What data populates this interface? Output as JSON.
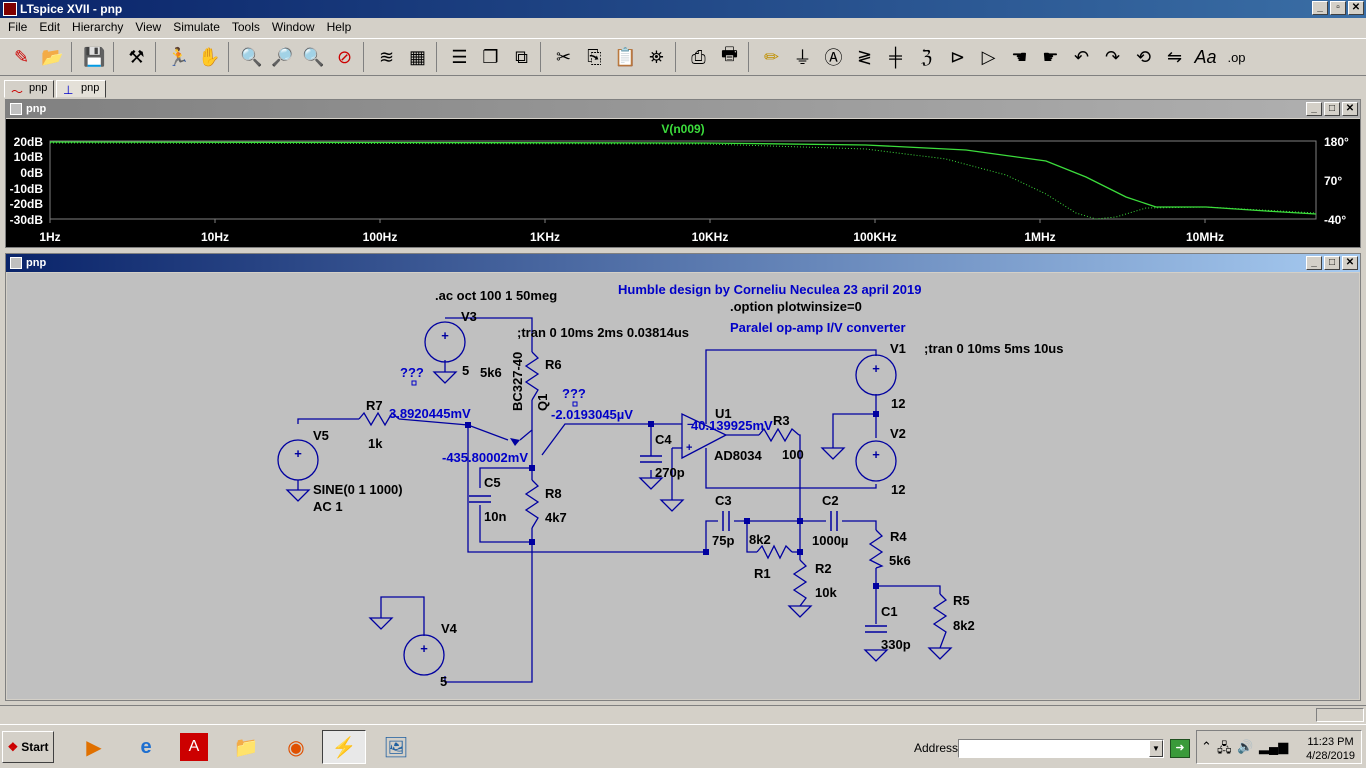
{
  "window": {
    "title": "LTspice XVII - pnp"
  },
  "menu": [
    "File",
    "Edit",
    "Hierarchy",
    "View",
    "Simulate",
    "Tools",
    "Window",
    "Help"
  ],
  "tabs": [
    {
      "label": "pnp"
    },
    {
      "label": "pnp"
    }
  ],
  "plot": {
    "title": "pnp",
    "trace": "V(n009)",
    "y_left_ticks": [
      "20dB",
      "10dB",
      "0dB",
      "-10dB",
      "-20dB",
      "-30dB"
    ],
    "y_right_ticks": [
      "180°",
      "70°",
      "-40°"
    ],
    "x_ticks": [
      "1Hz",
      "10Hz",
      "100Hz",
      "1KHz",
      "10KHz",
      "100KHz",
      "1MHz",
      "10MHz"
    ],
    "trace_color": "#3cdc3c"
  },
  "schematic": {
    "title": "pnp",
    "labels": {
      "ac_cmd": ".ac oct 100 1 50meg",
      "title_note": "Humble design by Corneliu Neculea 23 april 2019",
      "option": ".option plotwinsize=0",
      "conv_note": "Paralel op-amp I/V converter",
      "tran1": ";tran 0 10ms 2ms 0.03814us",
      "tran2": ";tran 0 10ms 5ms 10us",
      "v3": "V3",
      "v3_val": "5",
      "r6": "R6",
      "r6_val": "5k6",
      "q1": "Q1",
      "q1_model": "BC327-40",
      "q_marks_1": "???",
      "q_marks_2": "???",
      "r7": "R7",
      "r7_val": "1k",
      "v5": "V5",
      "v5_val1": "SINE(0 1 1000)",
      "v5_val2": "AC 1",
      "volt1": "3.8920445mV",
      "volt2": "-2.0193045µV",
      "volt3": "-435.80002mV",
      "volt4": "40.139925mV",
      "c4": "C4",
      "c4_val": "270p",
      "u1": "U1",
      "u1_model": "AD8034",
      "r3": "R3",
      "r3_val": "100",
      "v1": "V1",
      "v1_val": "12",
      "v2": "V2",
      "v2_val": "12",
      "c5": "C5",
      "c5_val": "10n",
      "r8": "R8",
      "r8_val": "4k7",
      "c3": "C3",
      "c3_val": "75p",
      "r1": "R1",
      "r1_val": "8k2",
      "c2": "C2",
      "c2_val": "1000µ",
      "r2": "R2",
      "r2_val": "10k",
      "r4": "R4",
      "r4_val": "5k6",
      "r5": "R5",
      "r5_val": "8k2",
      "c1": "C1",
      "c1_val": "330p",
      "v4": "V4",
      "v4_val": "5"
    }
  },
  "taskbar": {
    "start": "Start",
    "address_label": "Address",
    "address_value": "",
    "time": "11:23 PM",
    "date": "4/28/2019"
  }
}
